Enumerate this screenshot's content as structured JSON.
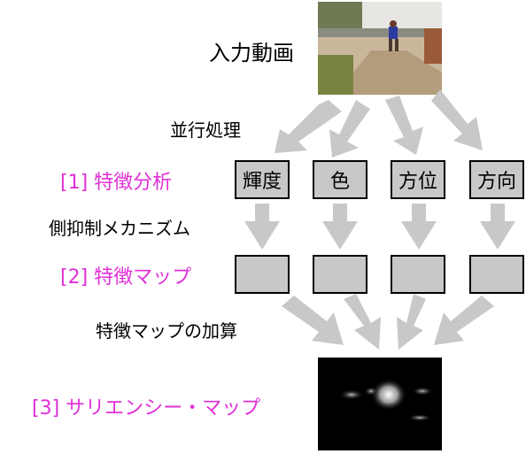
{
  "input_label": "入力動画",
  "parallel_label": "並行処理",
  "stage1_label": "[1] 特徴分析",
  "inhibition_label": "側抑制メカニズム",
  "stage2_label": "[2] 特徴マップ",
  "sum_label": "特徴マップの加算",
  "stage3_label": "[3] サリエンシー・マップ",
  "features": [
    {
      "label": "輝度"
    },
    {
      "label": "色"
    },
    {
      "label": "方位"
    },
    {
      "label": "方向"
    }
  ],
  "colors": {
    "stage": "#e030d8",
    "box": "#c8c8c8",
    "arrow": "#c8c8c8"
  }
}
